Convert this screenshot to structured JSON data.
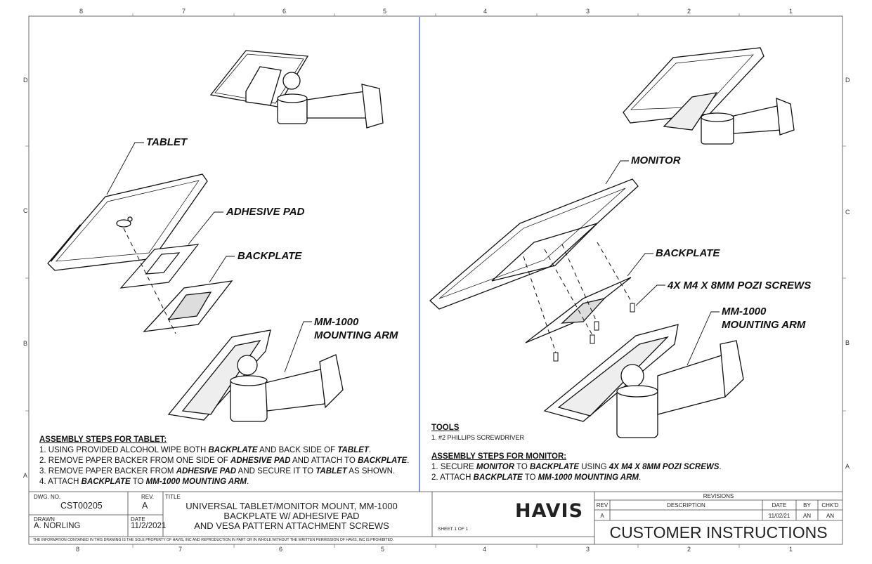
{
  "zones": {
    "top": [
      "8",
      "7",
      "6",
      "5",
      "4",
      "3",
      "2",
      "1"
    ],
    "bottom": [
      "8",
      "7",
      "6",
      "5",
      "4",
      "3",
      "2",
      "1"
    ],
    "left": [
      "D",
      "C",
      "B",
      "A"
    ],
    "right": [
      "D",
      "C",
      "B",
      "A"
    ]
  },
  "left_callouts": {
    "tablet": "TABLET",
    "adhesive_pad": "ADHESIVE PAD",
    "backplate": "BACKPLATE",
    "arm_line1": "MM-1000",
    "arm_line2": "MOUNTING ARM"
  },
  "right_callouts": {
    "monitor": "MONITOR",
    "backplate": "BACKPLATE",
    "screws": "4X M4 X 8MM POZI SCREWS",
    "arm_line1": "MM-1000",
    "arm_line2": "MOUNTING ARM"
  },
  "tablet_steps": {
    "heading": "ASSEMBLY STEPS FOR TABLET:",
    "s1_a": "1. USING PROVIDED ALCOHOL WIPE BOTH ",
    "s1_b": "BACKPLATE",
    "s1_c": " AND BACK SIDE OF ",
    "s1_d": "TABLET",
    "s1_e": ".",
    "s2_a": "2. REMOVE PAPER BACKER FROM ONE SIDE OF ",
    "s2_b": "ADHESIVE PAD",
    "s2_c": " AND ATTACH TO ",
    "s2_d": "BACKPLATE",
    "s2_e": ".",
    "s3_a": "3. REMOVE PAPER BACKER FROM ",
    "s3_b": "ADHESIVE PAD",
    "s3_c": " AND SECURE IT TO ",
    "s3_d": "TABLET",
    "s3_e": " AS SHOWN.",
    "s4_a": "4. ATTACH ",
    "s4_b": "BACKPLATE",
    "s4_c": " TO ",
    "s4_d": "MM-1000 MOUNTING ARM",
    "s4_e": "."
  },
  "tools": {
    "heading": "TOOLS",
    "item1": "1. #2 PHILLIPS SCREWDRIVER"
  },
  "monitor_steps": {
    "heading": "ASSEMBLY STEPS FOR MONITOR:",
    "s1_a": "1. SECURE ",
    "s1_b": "MONITOR",
    "s1_c": " TO ",
    "s1_d": "BACKPLATE",
    "s1_e": " USING ",
    "s1_f": "4X M4 X 8MM POZI SCREWS",
    "s1_g": ".",
    "s2_a": "2. ATTACH ",
    "s2_b": "BACKPLATE",
    "s2_c": " TO ",
    "s2_d": "MM-1000 MOUNTING ARM",
    "s2_e": "."
  },
  "title_block": {
    "dwg_no_label": "DWG. NO.",
    "dwg_no": "CST00205",
    "rev_label": "REV.",
    "rev": "A",
    "title_label": "TITLE",
    "title_line1": "UNIVERSAL TABLET/MONITOR MOUNT, MM-1000",
    "title_line2": "BACKPLATE W/ ADHESIVE PAD",
    "title_line3": "AND VESA PATTERN ATTACHMENT SCREWS",
    "drawn_label": "DRAWN",
    "drawn_by": "A. NORLING",
    "date_label": "DATE",
    "date": "11/2/2021",
    "sheet": "SHEET 1 OF 1",
    "logo": "HAVIS",
    "proprietary": "THE INFORMATION CONTAINED IN THIS DRAWING IS THE SOLE PROPERTY OF HAVIS, INC AND REPRODUCTION IN PART OR IN WHOLE WITHOUT THE WRITTEN PERMISSION OF HAVIS, INC IS PROHIBITED.",
    "customer_instructions": "CUSTOMER INSTRUCTIONS"
  },
  "revisions": {
    "heading": "REVISIONS",
    "headers": [
      "REV",
      "DESCRIPTION",
      "DATE",
      "BY",
      "CHK'D"
    ],
    "row": [
      "A",
      "",
      "11/02/21",
      "AN",
      "AN"
    ]
  }
}
